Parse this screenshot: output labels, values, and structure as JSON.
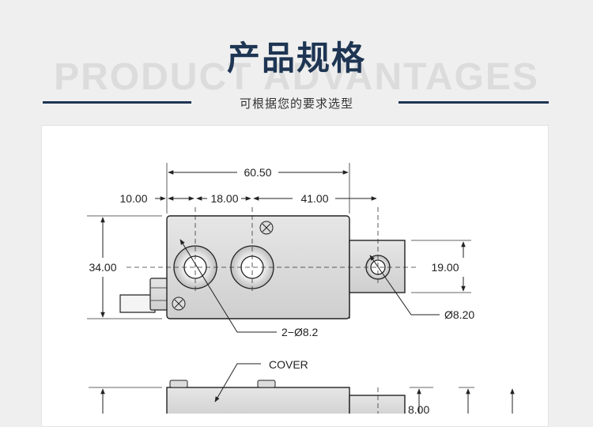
{
  "header": {
    "title": "产品规格",
    "watermark": "PRODUCT ADVANTAGES",
    "subtitle": "可根据您的要求选型"
  },
  "drawing": {
    "dimensions": {
      "overall_length": "60.50",
      "offset_left": "10.00",
      "hole_spacing": "18.00",
      "to_right_hole": "41.00",
      "height": "34.00",
      "tab_height": "19.00",
      "right_hole_dia": "Ø8.20",
      "two_holes": "2−Ø8.2",
      "bottom_dim": "8.00"
    },
    "labels": {
      "cover": "COVER"
    },
    "colors": {
      "body": "#d4d4d4",
      "line": "#222222",
      "accent": "#1e3553"
    }
  }
}
